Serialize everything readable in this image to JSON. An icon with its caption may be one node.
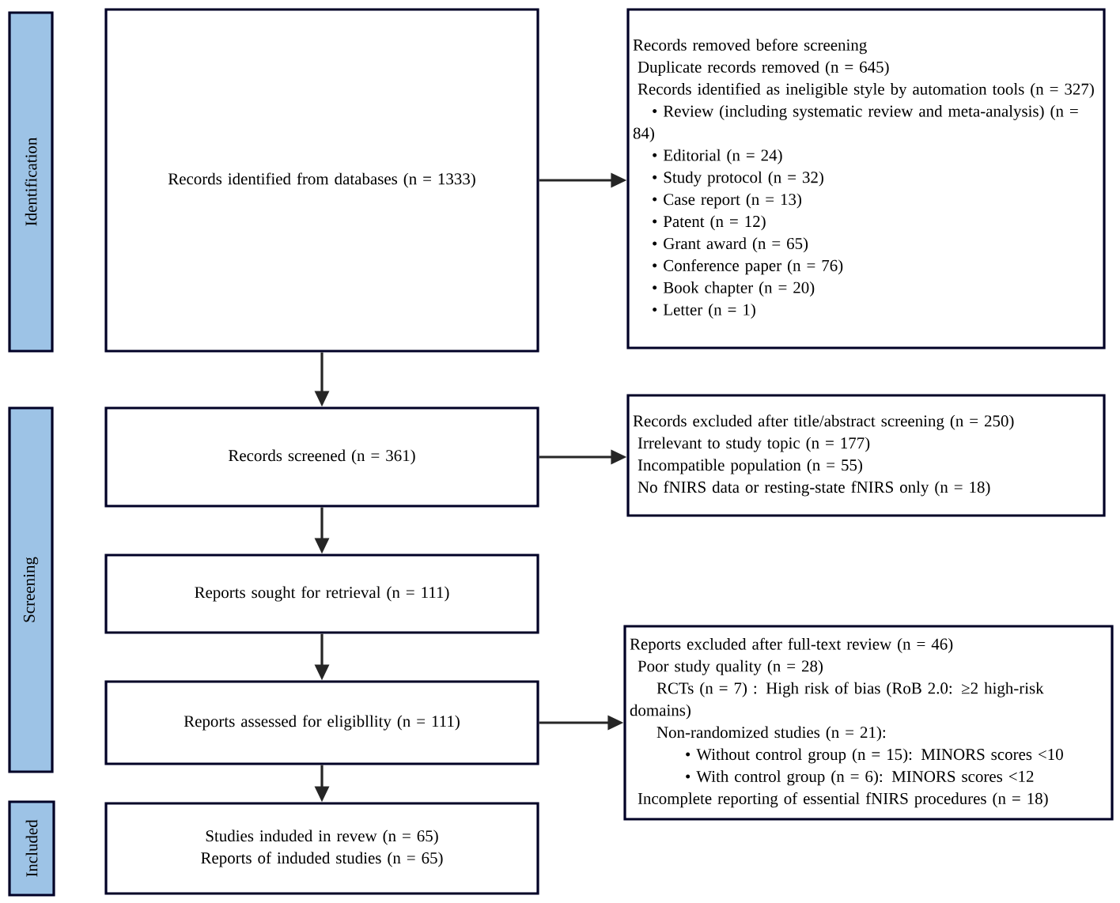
{
  "diagram": {
    "nodes": [
      {
        "text": [
          "Identification"
        ]
      },
      {
        "text": [
          "Screening"
        ]
      },
      {
        "text": [
          "Included"
        ]
      },
      {
        "text": [
          "Records identified from databases (n = 1333)"
        ]
      },
      {
        "text": [
          "Records removed before screening",
          "Duplicate records removed (n = 645)",
          "Records identified as ineligible style by automation tools (n = 327)",
          "• Review (including systematic review and meta-analysis) (n = 84)",
          "• Editorial (n = 24)",
          "• Study protocol (n = 32)",
          "• Case report (n = 13)",
          "• Patent (n = 12)",
          "• Grant award (n = 65)",
          "• Conference paper (n = 76)",
          "• Book chapter (n = 20)",
          "• Letter (n = 1)"
        ]
      },
      {
        "text": [
          "Records screened (n = 361)"
        ]
      },
      {
        "text": [
          "Records excluded after title/abstract screening (n = 250)",
          "Irrelevant to study topic (n = 177)",
          "Incompatible population (n = 55)",
          "No fNIRS data or resting-state fNIRS only (n = 18)"
        ]
      },
      {
        "text": [
          "Reports sought for retrieval (n = 111)"
        ]
      },
      {
        "text": [
          "Reports assessed for eligibllity (n = 111)"
        ]
      },
      {
        "text": [
          "Reports excluded after full-text review (n = 46)",
          "Poor study quality (n = 28)",
          "RCTs (n = 7) : High risk of bias (RoB 2.0: ≥2 high-risk domains)",
          "Non-randomized studies (n = 21):",
          "• Without control group (n = 15): MINORS scores <10",
          "• With control group (n = 6): MINORS scores <12",
          "Incomplete reporting of essential fNIRS procedures (n = 18)"
        ]
      },
      {
        "text": [
          "Studies induded in revew (n = 65)",
          "Reports of induded studies (n = 65)"
        ]
      }
    ],
    "edges": [
      {
        "from": 3,
        "to": 4,
        "arrow": "to"
      },
      {
        "from": 3,
        "to": 5,
        "arrow": "to"
      },
      {
        "from": 5,
        "to": 6,
        "arrow": "to"
      },
      {
        "from": 5,
        "to": 7,
        "arrow": "to"
      },
      {
        "from": 7,
        "to": 8,
        "arrow": "to"
      },
      {
        "from": 8,
        "to": 9,
        "arrow": "to"
      },
      {
        "from": 8,
        "to": 10,
        "arrow": "to"
      }
    ]
  }
}
